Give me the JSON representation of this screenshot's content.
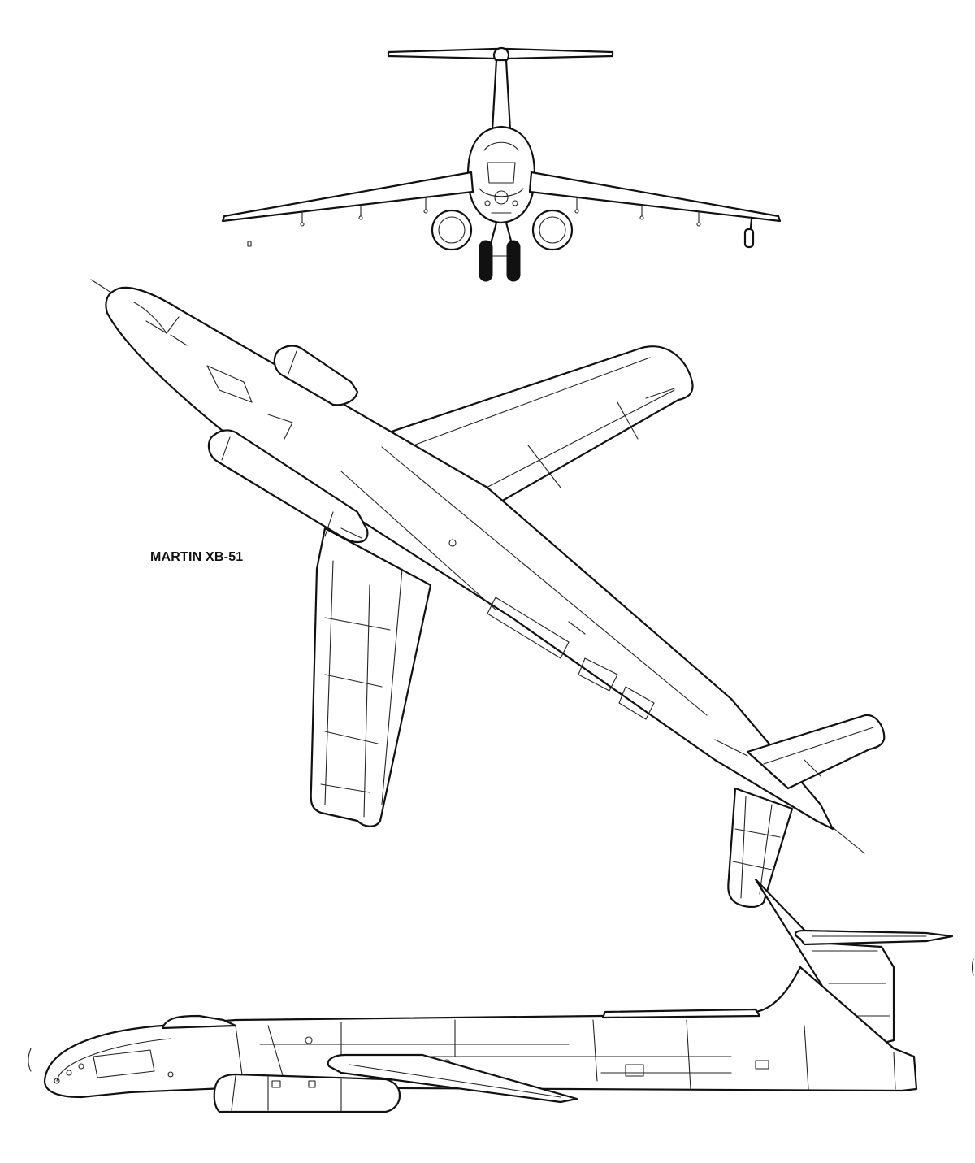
{
  "drawing": {
    "label": "MARTIN XB-51",
    "views": [
      "front-view",
      "top-view",
      "side-view"
    ]
  }
}
